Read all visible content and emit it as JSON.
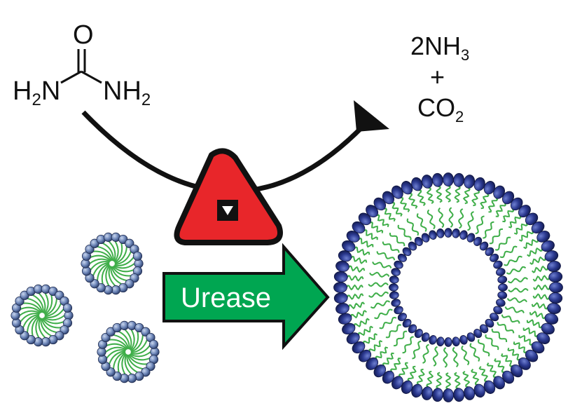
{
  "reactant": {
    "oxygen": "O",
    "left_amine": "H",
    "left_amine_sub": "2",
    "left_amine_atom": "N",
    "right_amine_atom": "NH",
    "right_amine_sub": "2"
  },
  "products": {
    "ammonia_coef": "2NH",
    "ammonia_sub": "3",
    "plus": "+",
    "co2": "CO",
    "co2_sub": "2"
  },
  "enzyme_arrow_label": "Urease",
  "colors": {
    "catalyst_red": "#e8262a",
    "arrow_green": "#00a651",
    "lipid_head_blue": "#2b3990",
    "lipid_tail_green": "#3fae49",
    "small_head_blue": "#6d86b8"
  },
  "icons": {
    "catalyst": "triangle-down-icon",
    "transition": "right-arrow-icon"
  }
}
